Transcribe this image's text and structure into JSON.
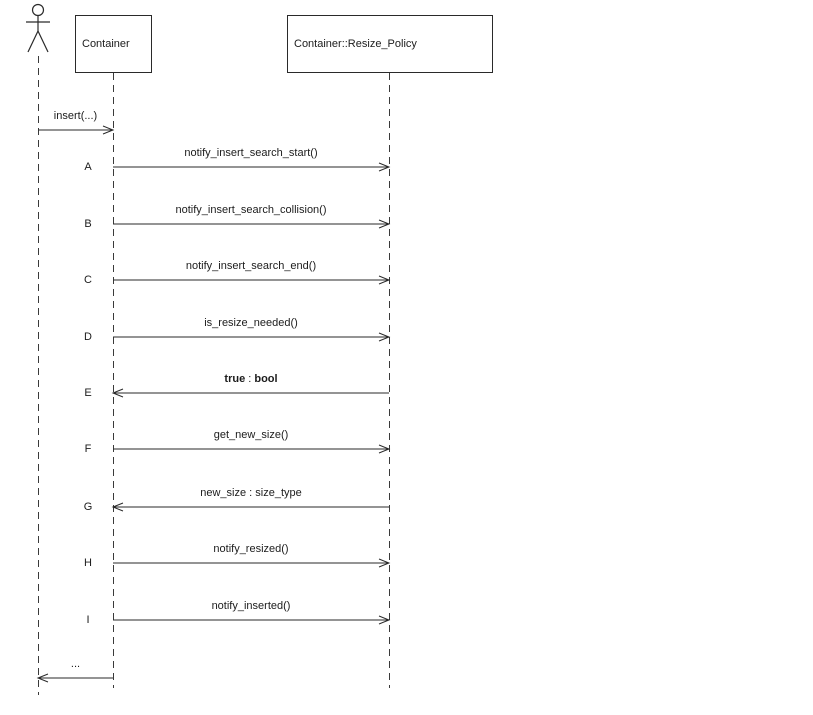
{
  "diagram": {
    "type": "uml-sequence-diagram",
    "actor": {
      "icon": "stick-figure-actor-icon"
    },
    "participants": [
      {
        "key": "container",
        "label": "Container"
      },
      {
        "key": "policy",
        "label": "Container::Resize_Policy"
      }
    ],
    "messages": [
      {
        "id": "",
        "from": "actor",
        "to": "container",
        "parts": [
          {
            "text": "insert(...)",
            "bold": false
          }
        ]
      },
      {
        "id": "A",
        "from": "container",
        "to": "policy",
        "parts": [
          {
            "text": "notify_insert_search_start()",
            "bold": false
          }
        ]
      },
      {
        "id": "B",
        "from": "container",
        "to": "policy",
        "parts": [
          {
            "text": "notify_insert_search_collision()",
            "bold": false
          }
        ]
      },
      {
        "id": "C",
        "from": "container",
        "to": "policy",
        "parts": [
          {
            "text": "notify_insert_search_end()",
            "bold": false
          }
        ]
      },
      {
        "id": "D",
        "from": "container",
        "to": "policy",
        "parts": [
          {
            "text": "is_resize_needed()",
            "bold": false
          }
        ]
      },
      {
        "id": "E",
        "from": "policy",
        "to": "container",
        "parts": [
          {
            "text": "true",
            "bold": true
          },
          {
            "text": " : ",
            "bold": false
          },
          {
            "text": "bool",
            "bold": true
          }
        ]
      },
      {
        "id": "F",
        "from": "container",
        "to": "policy",
        "parts": [
          {
            "text": "get_new_size()",
            "bold": false
          }
        ]
      },
      {
        "id": "G",
        "from": "policy",
        "to": "container",
        "parts": [
          {
            "text": "new_size : size_type",
            "bold": false
          }
        ]
      },
      {
        "id": "H",
        "from": "container",
        "to": "policy",
        "parts": [
          {
            "text": "notify_resized()",
            "bold": false
          }
        ]
      },
      {
        "id": "I",
        "from": "container",
        "to": "policy",
        "parts": [
          {
            "text": "notify_inserted()",
            "bold": false
          }
        ]
      },
      {
        "id": "",
        "from": "container",
        "to": "actor",
        "parts": [
          {
            "text": "...",
            "bold": false
          }
        ]
      }
    ],
    "colors": {
      "line": "#2a2a2a",
      "background": "#ffffff"
    }
  }
}
